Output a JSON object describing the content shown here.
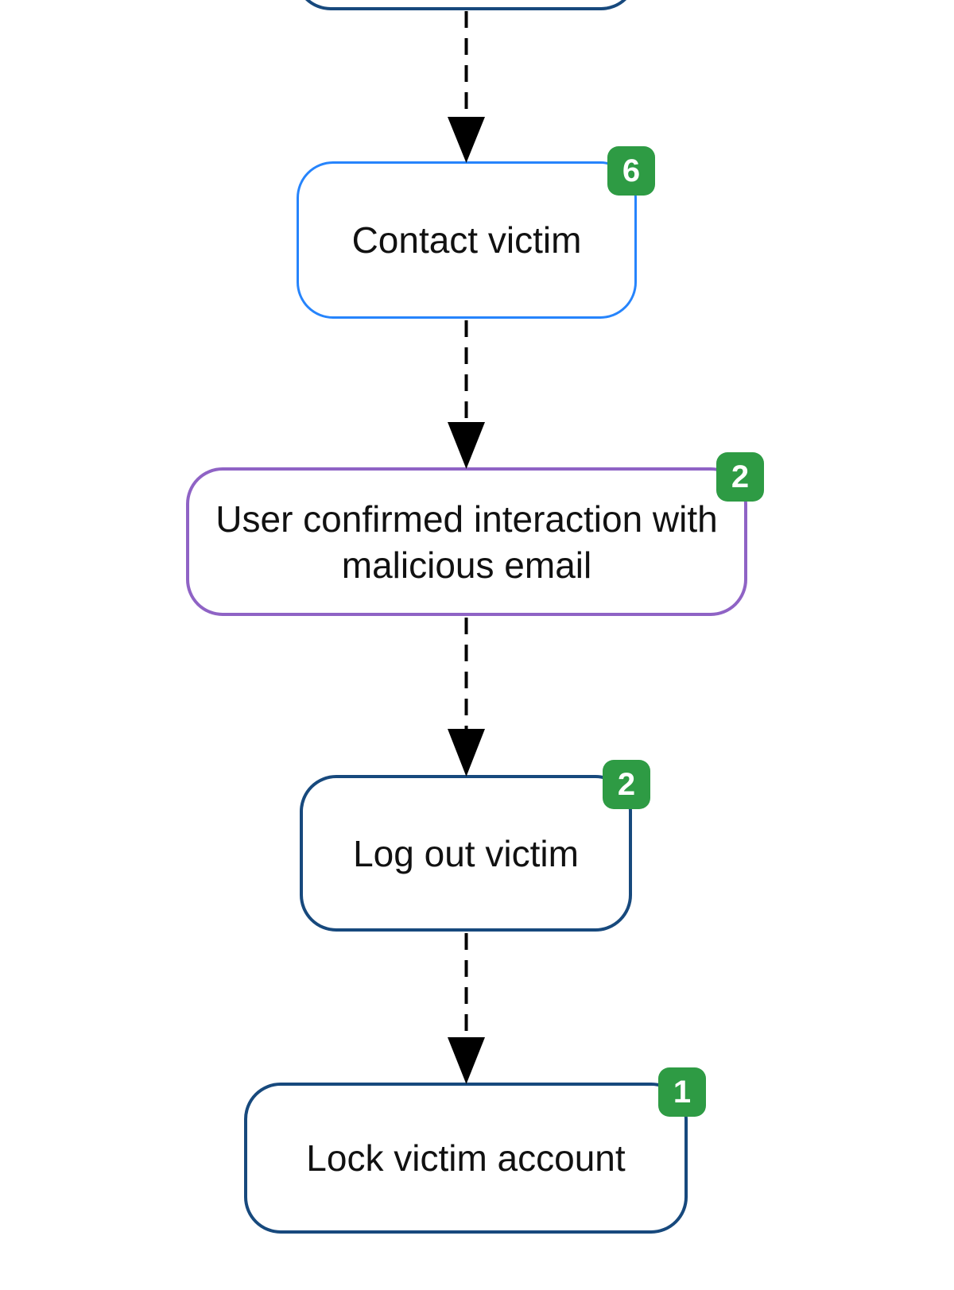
{
  "diagram": {
    "type": "flowchart",
    "direction": "top-to-bottom",
    "colors": {
      "background": "#ffffff",
      "node_fill": "#ffffff",
      "navy_border": "#17497d",
      "azure_border": "#2684fc",
      "purple_border": "#8f63c5",
      "badge_background": "#2e9b44",
      "badge_text": "#ffffff",
      "connector": "#000000",
      "label_text": "#111111"
    },
    "connector_style": "dashed-with-solid-arrowhead",
    "nodes": [
      {
        "name": "previous-step-partial",
        "label": "",
        "badge": "",
        "border_color": "#17497d",
        "note": "only bottom edge visible at top of screen"
      },
      {
        "name": "contact-victim",
        "label": "Contact victim",
        "badge": "6",
        "border_color": "#2684fc"
      },
      {
        "name": "user-confirmed-interaction",
        "label": "User confirmed interaction with malicious email",
        "badge": "2",
        "border_color": "#8f63c5"
      },
      {
        "name": "log-out-victim",
        "label": "Log out victim",
        "badge": "2",
        "border_color": "#17497d"
      },
      {
        "name": "lock-victim-account",
        "label": "Lock victim account",
        "badge": "1",
        "border_color": "#17497d"
      }
    ],
    "edges": [
      {
        "from": "previous-step-partial",
        "to": "contact-victim"
      },
      {
        "from": "contact-victim",
        "to": "user-confirmed-interaction"
      },
      {
        "from": "user-confirmed-interaction",
        "to": "log-out-victim"
      },
      {
        "from": "log-out-victim",
        "to": "lock-victim-account"
      }
    ]
  }
}
